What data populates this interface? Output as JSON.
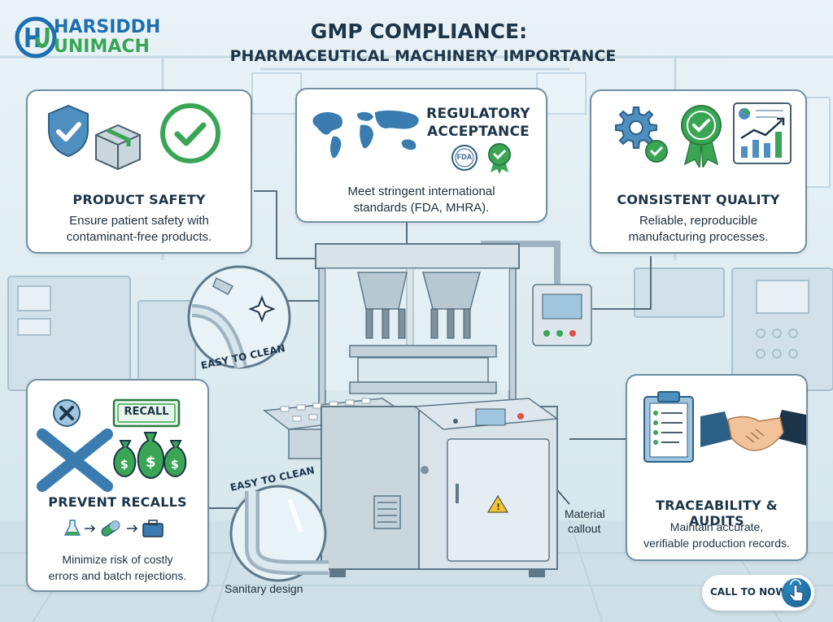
{
  "logo": {
    "line1": "HARSIDDH",
    "line2": "UNIMACH",
    "colors": {
      "blue": "#1d6fb0",
      "green": "#3aa655"
    }
  },
  "header": {
    "title_line1": "GMP COMPLIANCE:",
    "title_line2": "PHARMACEUTICAL MACHINERY IMPORTANCE"
  },
  "cards": {
    "product_safety": {
      "title": "PRODUCT SAFETY",
      "desc_line1": "Ensure patient safety with",
      "desc_line2": "contaminant-free products.",
      "icons": [
        "shield-check-icon",
        "box-icon",
        "checkmark-circle-icon"
      ]
    },
    "regulatory": {
      "title_line1": "REGULATORY",
      "title_line2": "ACCEPTANCE",
      "badge": "FDA",
      "desc_line1": "Meet stringent international",
      "desc_line2": "standards (FDA, MHRA).",
      "icons": [
        "world-map-icon",
        "fda-seal-icon",
        "award-ribbon-icon"
      ]
    },
    "quality": {
      "title": "CONSISTENT QUALITY",
      "desc_line1": "Reliable, reproducible",
      "desc_line2": "manufacturing processes.",
      "icons": [
        "gears-icon",
        "award-ribbon-icon",
        "growth-chart-icon"
      ]
    },
    "recalls": {
      "title": "PREVENT RECALLS",
      "badge": "RECALL",
      "desc_line1": "Minimize risk of costly",
      "desc_line2": "errors and batch rejections.",
      "icons": [
        "x-mark-icon",
        "recall-sign-icon",
        "money-bags-icon",
        "flask-icon",
        "pill-icon",
        "briefcase-icon"
      ]
    },
    "traceability": {
      "title": "TRACEABILITY & AUDITS",
      "desc_line1": "Maintain accurate,",
      "desc_line2": "verifiable production records.",
      "icons": [
        "clipboard-icon",
        "handshake-icon"
      ]
    }
  },
  "callouts": {
    "easy_clean_1": "EASY TO CLEAN",
    "easy_clean_2": "EASY TO CLEAN",
    "sanitary": "Sanitary design",
    "material_line1": "Material",
    "material_line2": "callout"
  },
  "cta": {
    "label": "CALL TO NOW",
    "icon": "pointer-hand-icon"
  },
  "colors": {
    "accent": "#3aa655",
    "navy": "#1c3549",
    "machine_steel": "#c9d6de",
    "card_border": "#6f8fa2"
  }
}
